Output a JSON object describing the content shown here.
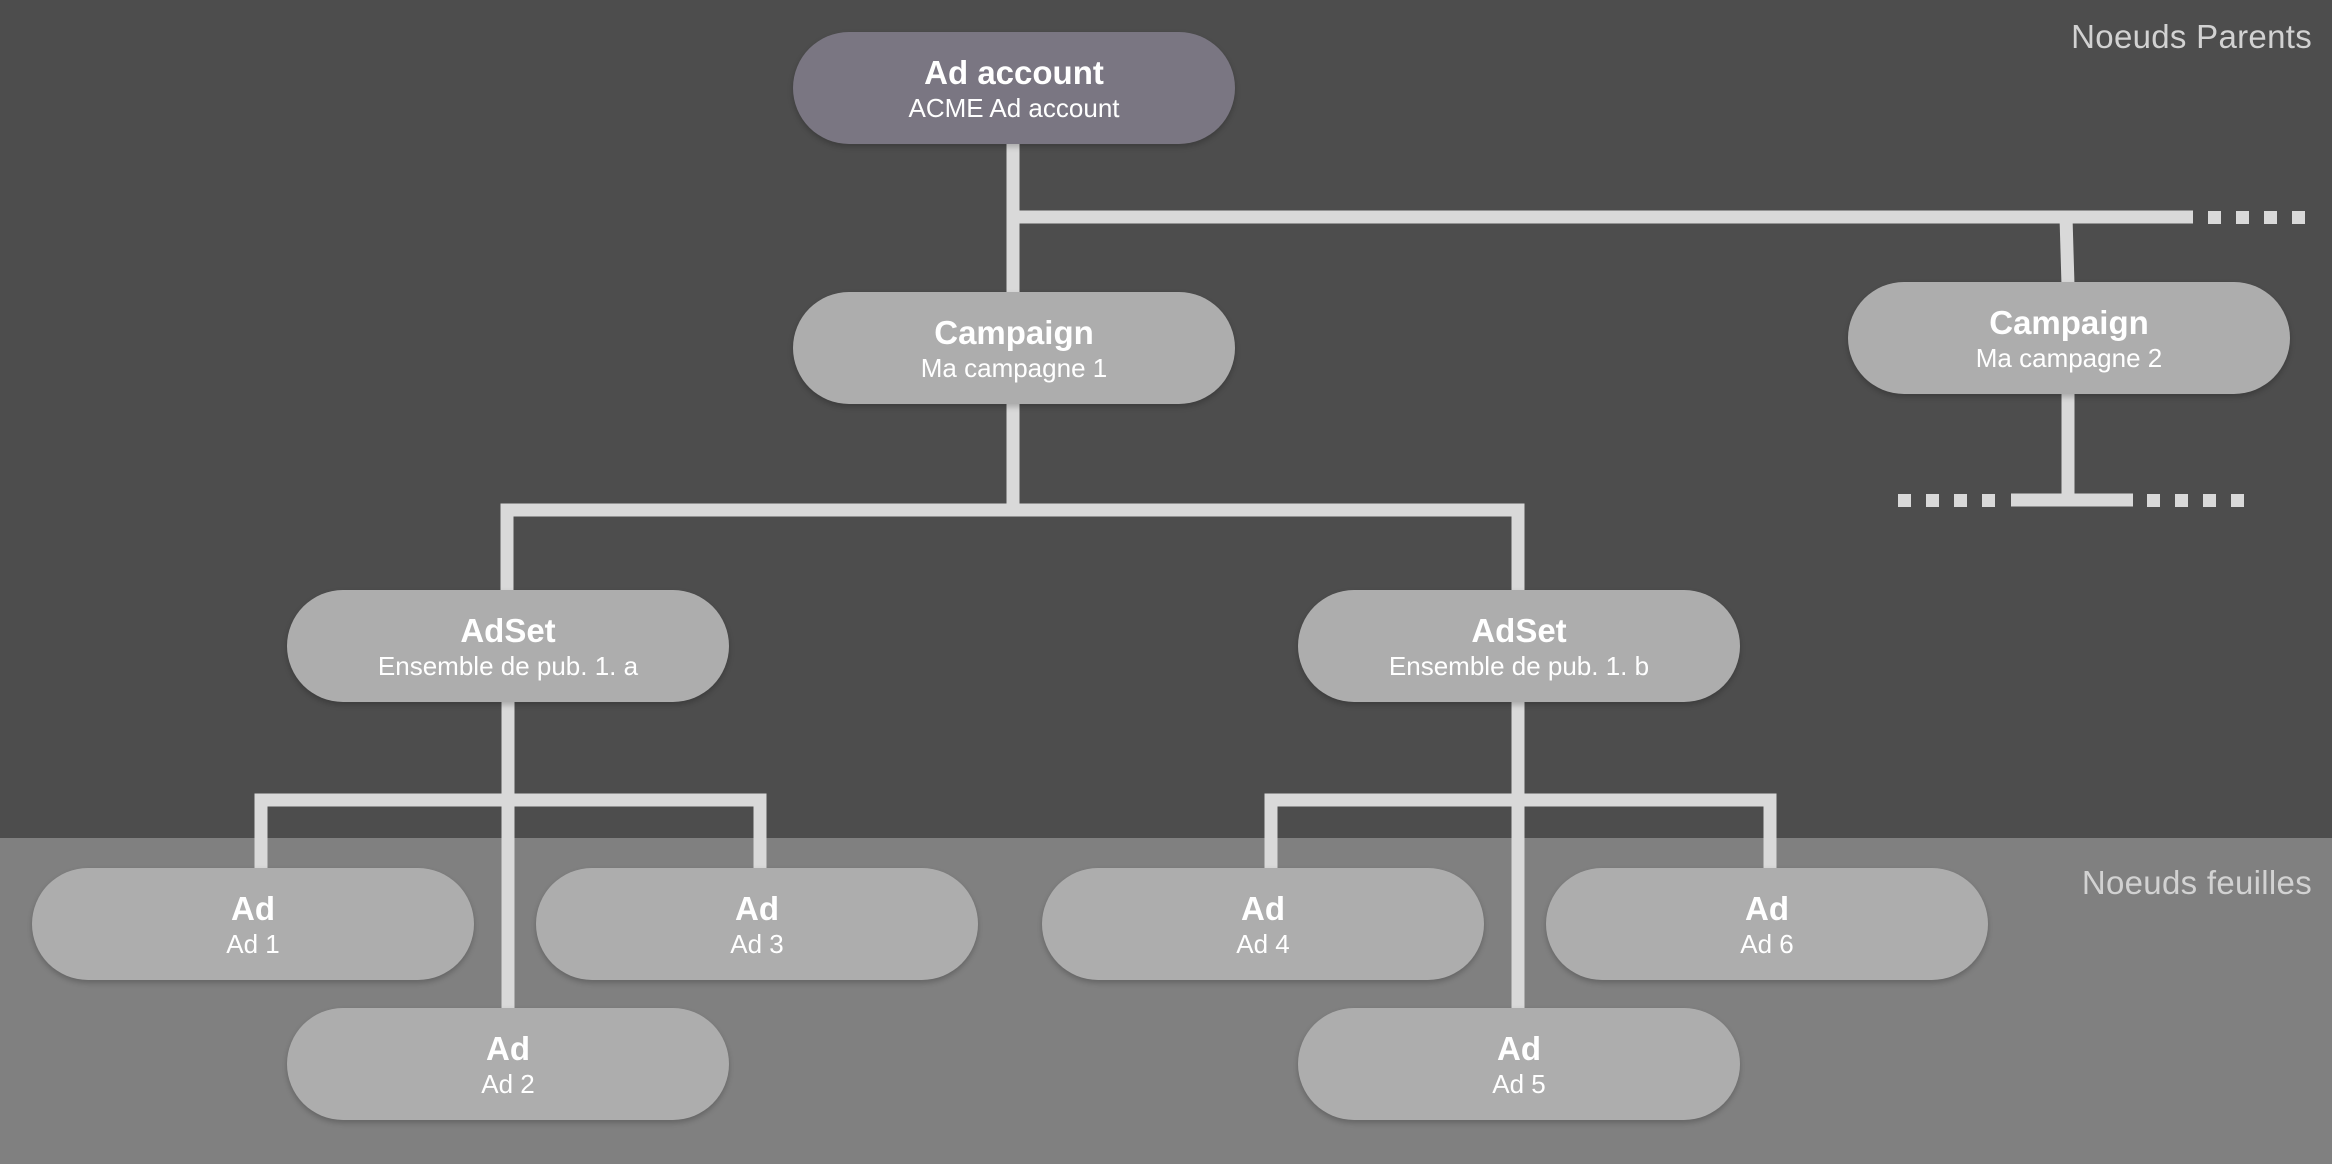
{
  "zones": {
    "parents_label": "Noeuds Parents",
    "leaves_label": "Noeuds feuilles"
  },
  "colors": {
    "parents_background": "#4d4d4d",
    "leaves_background": "#808080",
    "root_node": "#7a7682",
    "node": "#adadad",
    "connector": "#d9d9d9",
    "label": "#d2d2d2"
  },
  "nodes": {
    "ad_account": {
      "type": "Ad account",
      "name": "ACME Ad account"
    },
    "campaign_1": {
      "type": "Campaign",
      "name": "Ma campagne 1"
    },
    "campaign_2": {
      "type": "Campaign",
      "name": "Ma campagne 2"
    },
    "adset_1a": {
      "type": "AdSet",
      "name": "Ensemble de pub. 1. a"
    },
    "adset_1b": {
      "type": "AdSet",
      "name": "Ensemble de pub. 1. b"
    },
    "ad_1": {
      "type": "Ad",
      "name": "Ad 1"
    },
    "ad_2": {
      "type": "Ad",
      "name": "Ad 2"
    },
    "ad_3": {
      "type": "Ad",
      "name": "Ad 3"
    },
    "ad_4": {
      "type": "Ad",
      "name": "Ad 4"
    },
    "ad_5": {
      "type": "Ad",
      "name": "Ad 5"
    },
    "ad_6": {
      "type": "Ad",
      "name": "Ad 6"
    }
  },
  "edges": [
    [
      "ad_account",
      "campaign_1"
    ],
    [
      "ad_account",
      "campaign_2"
    ],
    [
      "campaign_1",
      "adset_1a"
    ],
    [
      "campaign_1",
      "adset_1b"
    ],
    [
      "adset_1a",
      "ad_1"
    ],
    [
      "adset_1a",
      "ad_2"
    ],
    [
      "adset_1a",
      "ad_3"
    ],
    [
      "adset_1b",
      "ad_4"
    ],
    [
      "adset_1b",
      "ad_5"
    ],
    [
      "adset_1b",
      "ad_6"
    ]
  ]
}
